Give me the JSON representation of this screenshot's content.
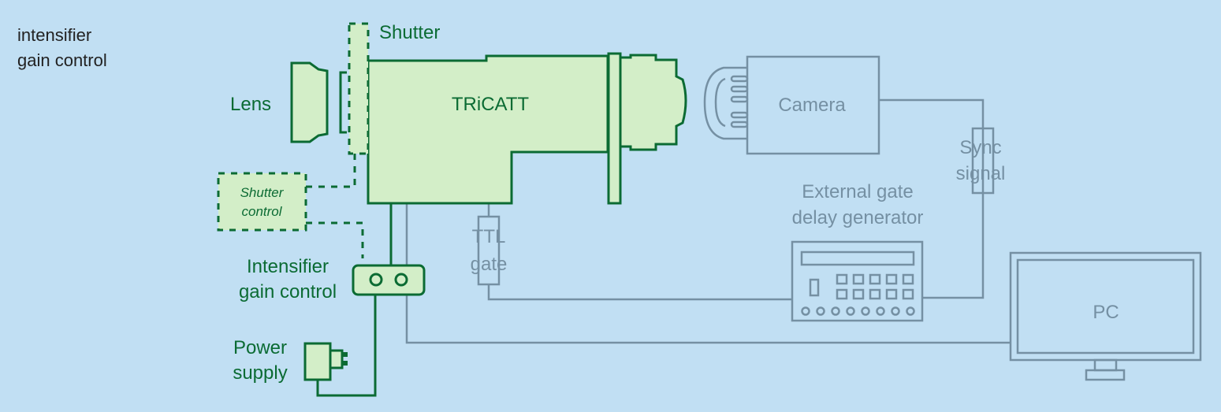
{
  "corner_label": {
    "line1": "intensifier",
    "line2": "gain control"
  },
  "labels": {
    "lens": "Lens",
    "shutter": "Shutter",
    "tricatt": "TRiCATT",
    "camera": "Camera",
    "shutter_control": {
      "line1": "Shutter",
      "line2": "control"
    },
    "intensifier_gain": {
      "line1": "Intensifier",
      "line2": "gain control"
    },
    "power_supply": {
      "line1": "Power",
      "line2": "supply"
    },
    "ttl_gate": {
      "line1": "TTL",
      "line2": "gate"
    },
    "sync_signal": {
      "line1": "Sync",
      "line2": "signal"
    },
    "delay_generator": {
      "line1": "External gate",
      "line2": "delay generator"
    },
    "pc": "PC"
  },
  "colors": {
    "background": "#c1dff3",
    "green": "#0b6b33",
    "green_fill": "#d3eec8",
    "gray": "#7590a3"
  }
}
